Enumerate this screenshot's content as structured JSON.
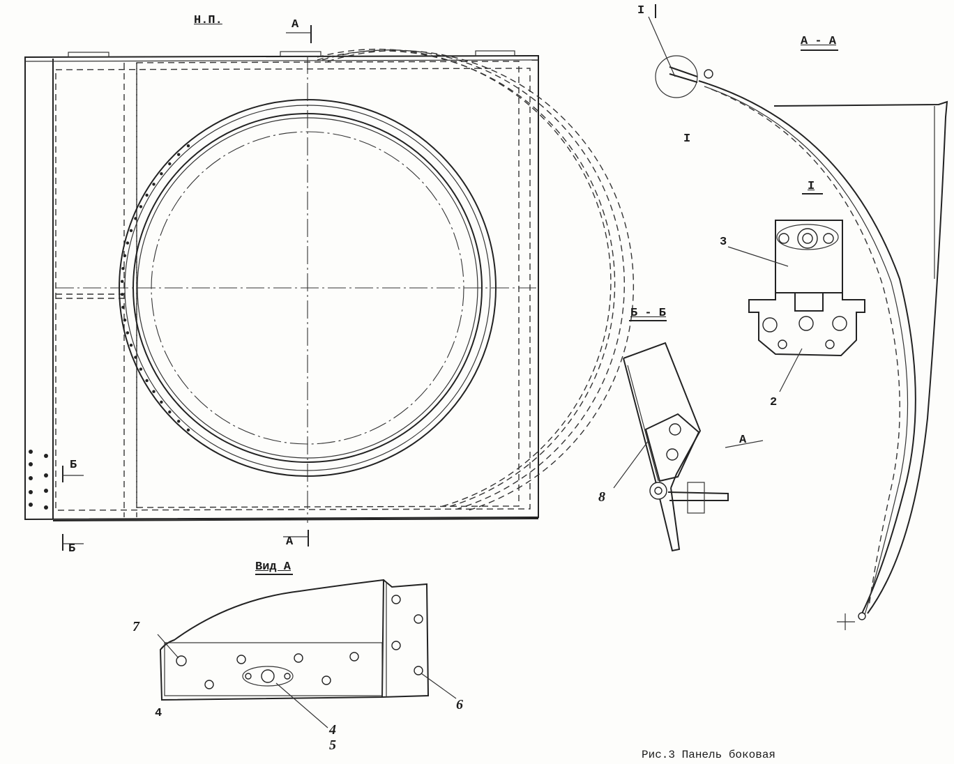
{
  "labels": {
    "np": "Н.П.",
    "a_top": "А",
    "a_bottom": "А",
    "b_right": "Б",
    "b_bottom": "Б",
    "view_a": "Вид А",
    "section_aa": "А - А",
    "section_bb": "Б - Б",
    "detail_i_title": "I",
    "detail_i_top": "I",
    "detail_i_bottom": "I",
    "arrow_a": "А"
  },
  "callouts": {
    "n1": "7",
    "n2": "4",
    "n3": "4",
    "n4": "5",
    "n5": "6",
    "n6": "3",
    "n7": "2",
    "n8": "8"
  },
  "caption": "Рис.3 Панель боковая"
}
